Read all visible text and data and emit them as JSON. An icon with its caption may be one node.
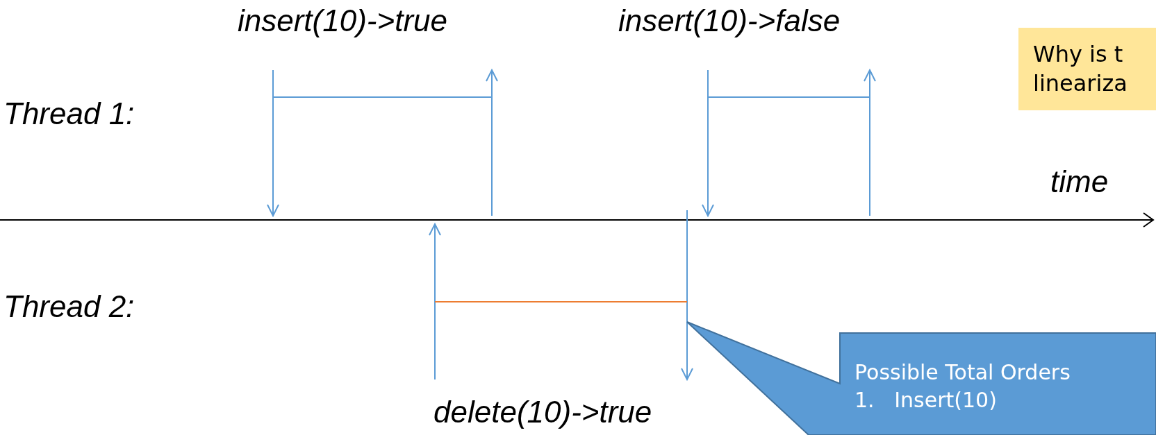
{
  "diagram": {
    "nodes": [
      {
        "text": [
          "Possible Total Orders",
          "1.   Insert(10)"
        ]
      },
      {
        "text": [
          "Why is t lineariza"
        ]
      }
    ],
    "labels": [
      "insert(10)->true",
      "insert(10)->false",
      "Thread 1:",
      "time",
      "Thread 2:",
      "delete(10)->true"
    ]
  }
}
